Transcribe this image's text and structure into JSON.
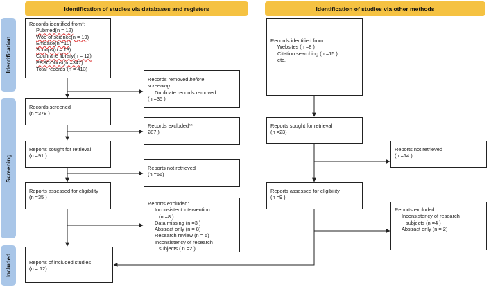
{
  "headers": {
    "databases": "Identification of studies via databases and registers",
    "other": "Identification of studies via other methods"
  },
  "phases": {
    "identification": "Identification",
    "screening": "Screening",
    "included": "Included"
  },
  "identified": {
    "title": "Records identified from*:",
    "sources": [
      "Pubmed(n = 12)",
      "Wob of science(n = 19)",
      "Embase(n =10)",
      "Scoups(n = 13)",
      "Cochrane library(n = 12)",
      "EBSCOhost(n =347)"
    ],
    "total": "Total records  (n = 413)"
  },
  "removed": {
    "title_a": "Records removed ",
    "title_b": "before",
    "title_c": "screening:",
    "item": "Duplicate records removed",
    "count": "(n =35 )"
  },
  "screened": {
    "title": "Records screened",
    "count": "(n =378 )"
  },
  "excluded": {
    "title": "Records excluded**",
    "count": "287 )"
  },
  "sought": {
    "title": "Reports sought for retrieval",
    "count": "(n =91 )"
  },
  "not_retrieved": {
    "title": "Reports not retrieved",
    "count": "(n =56)"
  },
  "assessed": {
    "title": "Reports assessed for eligibility",
    "count": "(n =35 )"
  },
  "reports_excluded": {
    "title": "Reports excluded:",
    "items": [
      "Inconsistent intervention",
      "(n =8 )",
      "Data missing (n =3 )",
      "Abstract only (n = 8)",
      "Research review (n = 5)",
      "Inconsistency of research",
      "subjects  ( n =2 )"
    ]
  },
  "included_box": {
    "title": "Reports of included studies",
    "count": "(n = 12)"
  },
  "other_identified": {
    "title": "Records identified from:",
    "items": [
      "Websites (n =8 )",
      "Citation searching (n =15 )",
      "etc."
    ]
  },
  "other_sought": {
    "title": "Reports sought for retrieval",
    "count": "(n =23)"
  },
  "other_not_retrieved": {
    "title": "Reports not retrieved",
    "count": "(n =14 )"
  },
  "other_assessed": {
    "title": "Reports assessed for eligibility",
    "count": "(n =9 )"
  },
  "other_excluded": {
    "title": "Reports excluded:",
    "items": [
      "Inconsistency of research",
      "subjects (n =4 )",
      "Abstract only (n = 2)"
    ]
  }
}
